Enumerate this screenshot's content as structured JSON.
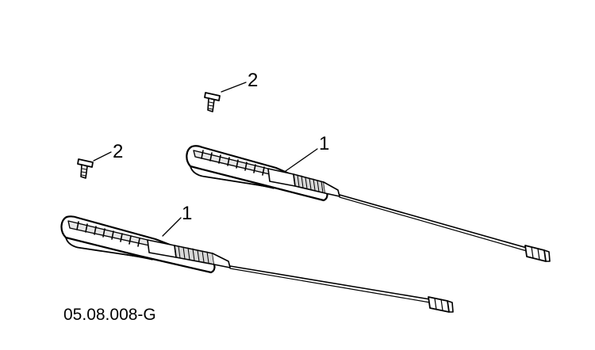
{
  "diagram": {
    "callouts": {
      "handle_upper": "1",
      "handle_lower": "1",
      "screw_upper": "2",
      "screw_lower": "2"
    },
    "reference_code": "05.08.008-G",
    "colors": {
      "line": "#000000",
      "background": "#ffffff",
      "shade": "#d8d8d8"
    }
  }
}
